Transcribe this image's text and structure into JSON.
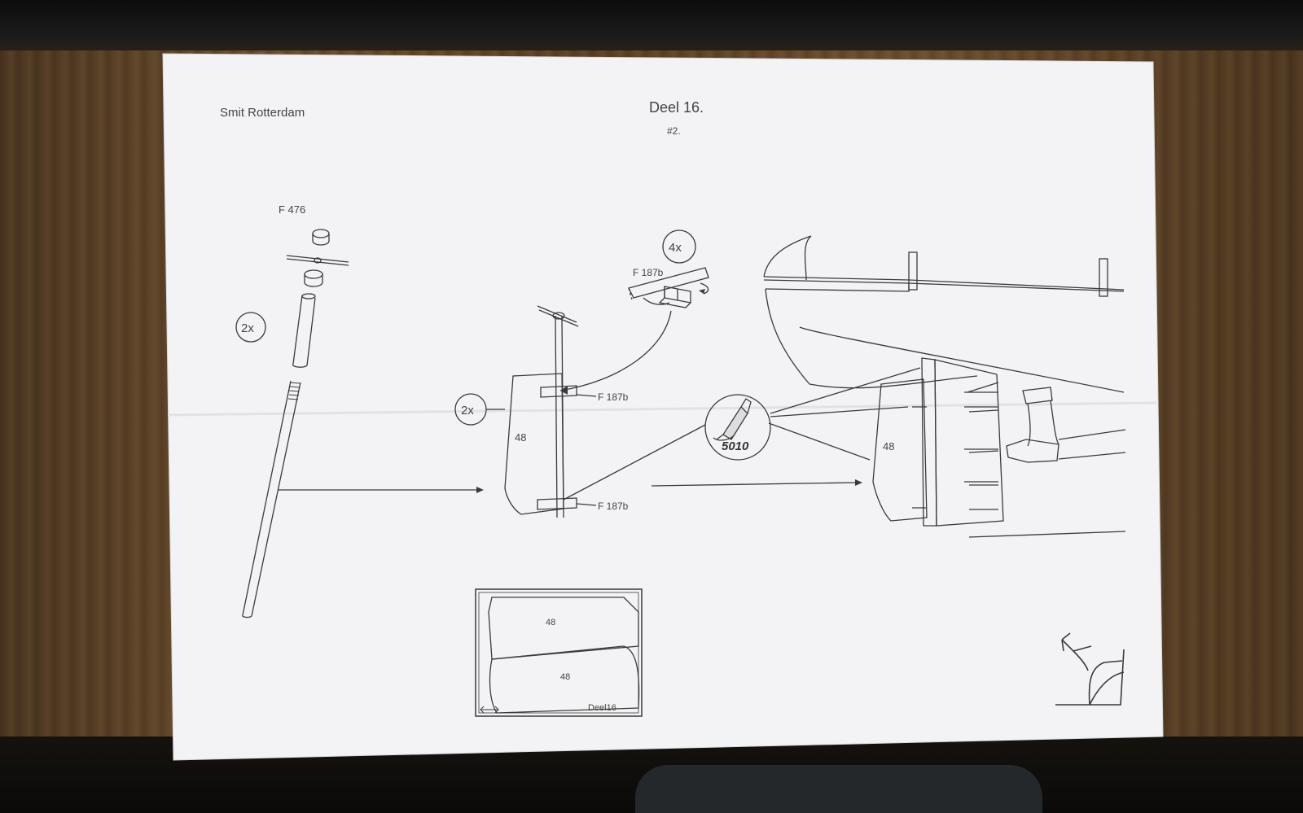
{
  "header": {
    "model_name": "Smit Rotterdam",
    "part_title": "Deel 16.",
    "page_number": "#2."
  },
  "labels": {
    "part_f476": "F 476",
    "qty_rod": "2x",
    "qty_bracket": "4x",
    "part_f187b_top": "F 187b",
    "part_f187b_mid": "F 187b",
    "part_f187b_low": "F 187b",
    "qty_rudder": "2x",
    "rudder_number": "48",
    "glue_code": "5010",
    "rudder_installed_number": "48",
    "sheet_part_top": "48",
    "sheet_part_bottom": "48",
    "sheet_name": "Deel16"
  },
  "colors": {
    "paper": "#f4f4f6",
    "ink": "#3a3a3a",
    "wood": "#5a3f24"
  },
  "icons": {
    "page_turn": "page-turn-icon",
    "glue_bottle": "glue-bottle-icon"
  }
}
